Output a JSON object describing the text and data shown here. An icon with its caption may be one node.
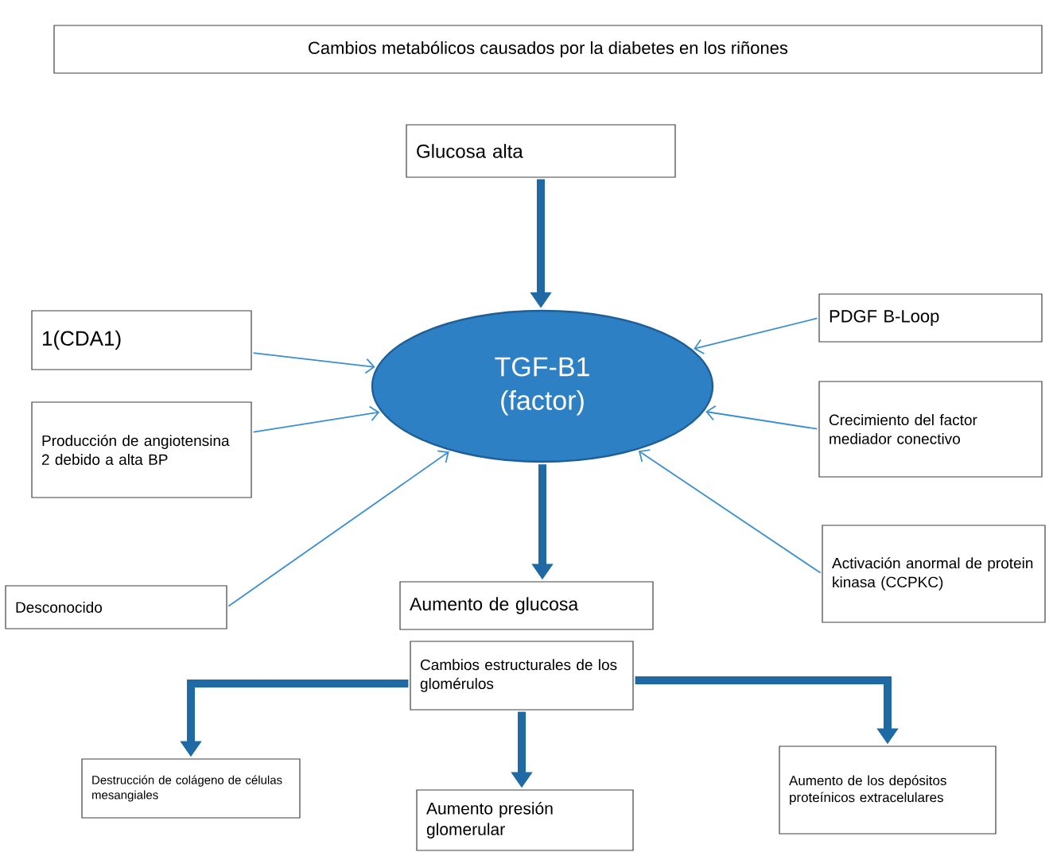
{
  "diagram": {
    "title": "Cambios metabólicos causados por la diabetes en los riñones",
    "nodes": [
      {
        "text": [
          "Glucosa alta"
        ]
      },
      {
        "text": [
          "TGF-B1 (factor)"
        ]
      },
      {
        "text": [
          "1(CDA1)"
        ]
      },
      {
        "text": [
          "Producción de angiotensina 2 debido a alta BP"
        ]
      },
      {
        "text": [
          "Desconocido"
        ]
      },
      {
        "text": [
          "PDGF B-Loop"
        ]
      },
      {
        "text": [
          "Crecimiento del factor mediador conectivo"
        ]
      },
      {
        "text": [
          "Activación anormal de protein kinasa (CCPKC)"
        ]
      },
      {
        "text": [
          "Aumento de glucosa"
        ]
      },
      {
        "text": [
          "Cambios estructurales de los glomérulos"
        ]
      },
      {
        "text": [
          "Destrucción de colágeno de células mesangiales"
        ]
      },
      {
        "text": [
          "Aumento presión glomerular"
        ]
      },
      {
        "text": [
          "Aumento de los depósitos proteínicos extracelulares"
        ]
      }
    ],
    "edges": [
      {
        "from": 0,
        "to": 1,
        "arrow": "to",
        "style": "thick",
        "color": "#1f6aa5"
      },
      {
        "from": 2,
        "to": 1,
        "arrow": "to"
      },
      {
        "from": 3,
        "to": 1,
        "arrow": "to"
      },
      {
        "from": 4,
        "to": 1,
        "arrow": "to"
      },
      {
        "from": 5,
        "to": 1,
        "arrow": "to"
      },
      {
        "from": 6,
        "to": 1,
        "arrow": "to"
      },
      {
        "from": 7,
        "to": 1,
        "arrow": "to"
      },
      {
        "from": 1,
        "to": 8,
        "arrow": "to",
        "style": "thick",
        "color": "#1f6aa5"
      },
      {
        "from": 9,
        "to": 10,
        "arrow": "to",
        "style": "thick",
        "color": "#1f6aa5"
      },
      {
        "from": 9,
        "to": 12,
        "arrow": "to",
        "style": "thick",
        "color": "#1f6aa5"
      },
      {
        "from": 9,
        "to": 11,
        "arrow": "to",
        "style": "thick",
        "color": "#1f6aa5"
      }
    ]
  }
}
